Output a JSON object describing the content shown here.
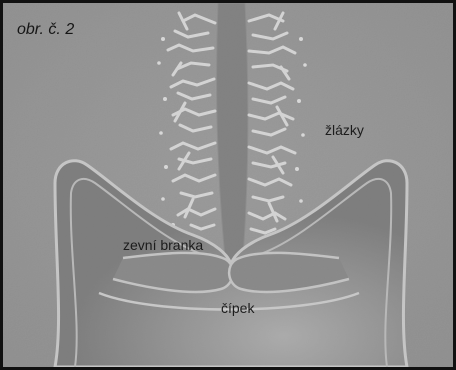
{
  "figure": {
    "label": "obr. č. 2"
  },
  "labels": {
    "glands": "žlázky",
    "external_os": "zevní branka",
    "cervix_tip": "čípek"
  },
  "colors": {
    "background": "#8e8e8e",
    "tissue": "#7d7d7d",
    "outline": "#d8d8d8",
    "glands": "#e6e6e6",
    "frame": "#111111"
  }
}
